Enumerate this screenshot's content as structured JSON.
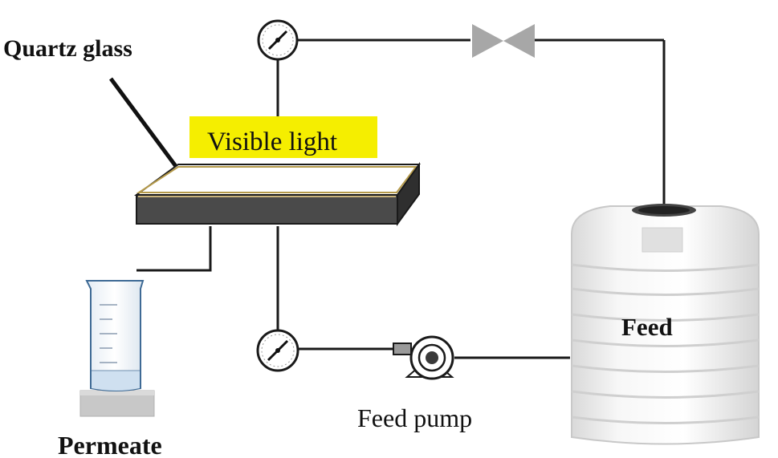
{
  "labels": {
    "quartz_glass": "Quartz glass",
    "visible_light": "Visible light",
    "feed": "Feed",
    "feed_pump": "Feed pump",
    "permeate": "Permeate"
  },
  "colors": {
    "line": "#1a1a1a",
    "highlight": "#f5ee00",
    "valve": "#a7a7a7",
    "membrane_module": "#4a4a4a",
    "quartz_stripe": "#b59a4a",
    "tank": "#f2f2f2",
    "permeate_water": "#cfe0f0"
  },
  "components": {
    "top_gauge": "pressure-gauge-icon",
    "bottom_gauge": "pressure-gauge-icon",
    "valve": "needle-valve-icon",
    "pump": "pump-icon",
    "tank": "water-tank-icon",
    "cylinder": "graduated-cylinder-icon"
  }
}
